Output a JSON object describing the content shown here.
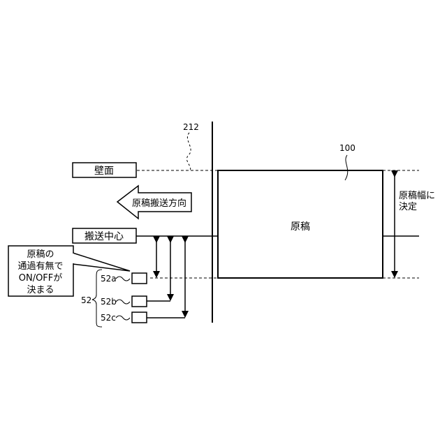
{
  "labels": {
    "wall": "壁面",
    "transport_direction": "原稿搬送方向",
    "transport_center": "搬送中心",
    "document": "原稿",
    "width_determined_line1": "原稿幅に",
    "width_determined_line2": "決定",
    "callout_line1": "原稿の",
    "callout_line2": "通過有無で",
    "callout_line3": "ON/OFFが",
    "callout_line4": "決まる"
  },
  "references": {
    "ref_212": "212",
    "ref_100": "100",
    "ref_52": "52",
    "ref_52a": "52a",
    "ref_52b": "52b",
    "ref_52c": "52c"
  }
}
